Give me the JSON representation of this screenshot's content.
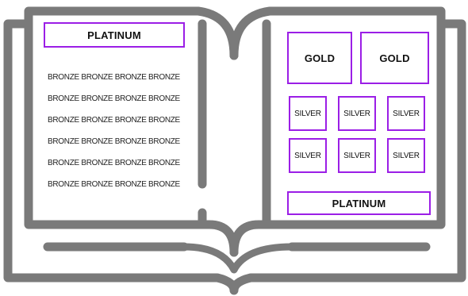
{
  "colors": {
    "book_outline": "#7a7a7a",
    "tier_border": "#9b1ee6",
    "text": "#111111"
  },
  "left_page": {
    "platinum_label": "PLATINUM",
    "bronze_lines": [
      "BRONZE BRONZE BRONZE BRONZE",
      "BRONZE BRONZE BRONZE BRONZE",
      "BRONZE BRONZE BRONZE BRONZE",
      "BRONZE BRONZE BRONZE BRONZE",
      "BRONZE BRONZE BRONZE BRONZE",
      "BRONZE BRONZE BRONZE BRONZE"
    ]
  },
  "right_page": {
    "gold_labels": [
      "GOLD",
      "GOLD"
    ],
    "silver_labels": [
      "SILVER",
      "SILVER",
      "SILVER",
      "SILVER",
      "SILVER",
      "SILVER"
    ],
    "platinum_label": "PLATINUM"
  }
}
